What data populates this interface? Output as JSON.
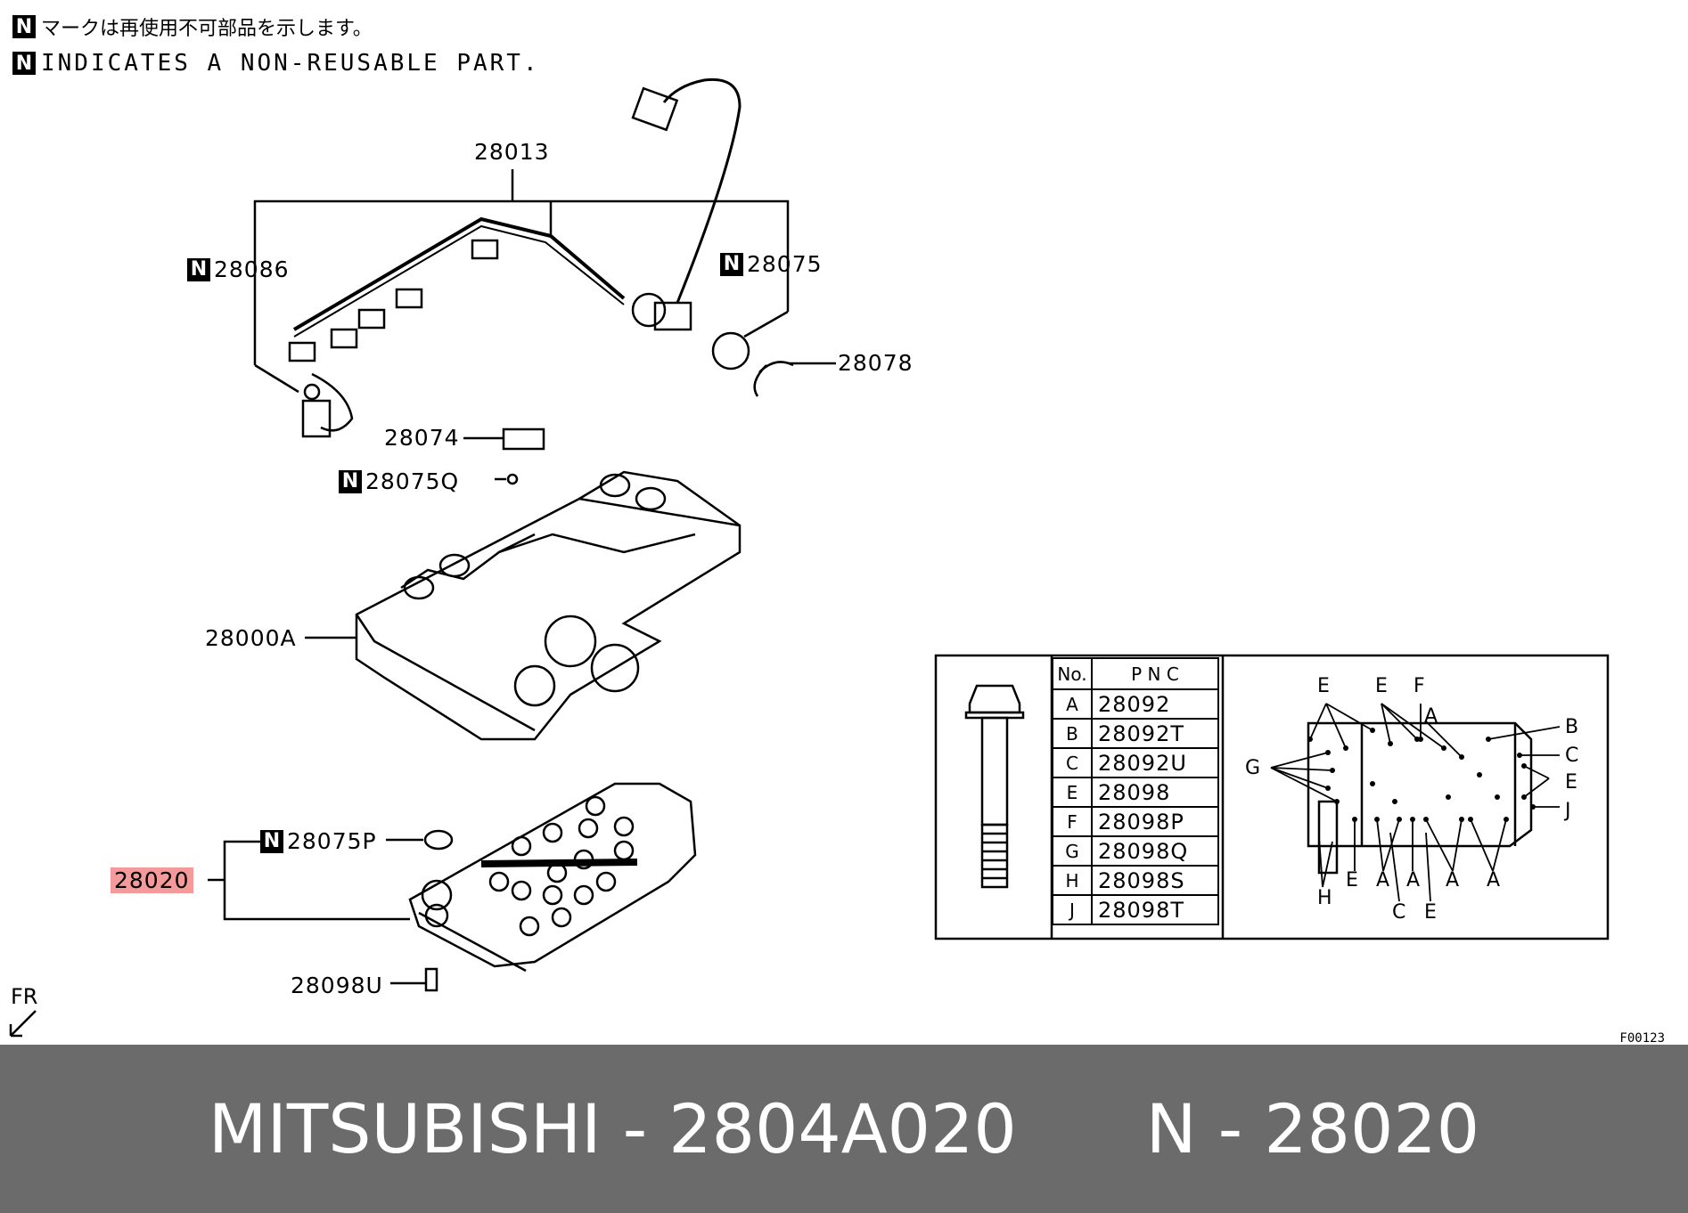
{
  "notes": {
    "jp": "マークは再使用不可部品を示します。",
    "en": "INDICATES A NON-REUSABLE PART.",
    "mark": "N"
  },
  "labels": {
    "p28013": "28013",
    "p28086": "28086",
    "p28075": "28075",
    "p28078": "28078",
    "p28074": "28074",
    "p28075q": "28075Q",
    "p28000a": "28000A",
    "p28075p": "28075P",
    "p28020": "28020",
    "p28098u": "28098U",
    "fr": "FR",
    "code": "F00123"
  },
  "table": {
    "header_no": "No.",
    "header_pnc": "P N C",
    "rows": [
      {
        "no": "A",
        "pnc": "28092"
      },
      {
        "no": "B",
        "pnc": "28092T"
      },
      {
        "no": "C",
        "pnc": "28092U"
      },
      {
        "no": "E",
        "pnc": "28098"
      },
      {
        "no": "F",
        "pnc": "28098P"
      },
      {
        "no": "G",
        "pnc": "28098Q"
      },
      {
        "no": "H",
        "pnc": "28098S"
      },
      {
        "no": "J",
        "pnc": "28098T"
      }
    ]
  },
  "footer": {
    "brand": "MITSUBISHI",
    "part_number": "2804A020",
    "ref_label": "N",
    "ref_number": "28020"
  },
  "colors": {
    "highlight": "#f59a9a",
    "footer_bg": "#6b6b6b"
  }
}
